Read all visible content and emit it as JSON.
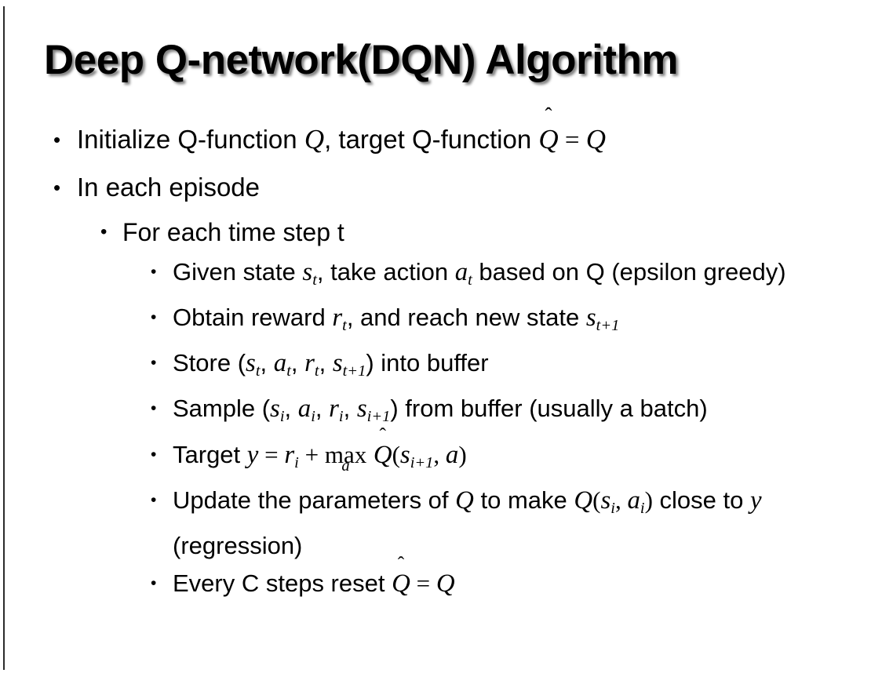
{
  "slide": {
    "title": "Deep Q-network(DQN) Algorithm",
    "background_color": "#ffffff",
    "text_color": "#000000",
    "edge_rule_color": "#2b2b2b",
    "bullet_glyph": "•"
  },
  "bullets": {
    "initialize": {
      "level": 1,
      "pre": "Initialize Q-function ",
      "var_q1": "Q",
      "mid": ", target Q-function ",
      "var_qhat": "Q",
      "hat": "̂",
      "eq": " = ",
      "var_q2": "Q"
    },
    "in_each_episode": {
      "level": 1,
      "text": "In each episode"
    },
    "for_each_time_step": {
      "level": 2,
      "text": "For each time step t"
    },
    "given_state": {
      "level": 3,
      "pre": "Given state ",
      "var_s": "s",
      "sub_s": "t",
      "mid": ", take action ",
      "var_a": "a",
      "sub_a": "t",
      "post": " based on Q (epsilon greedy)"
    },
    "obtain_reward": {
      "level": 3,
      "pre": "Obtain reward ",
      "var_r": "r",
      "sub_r": "t",
      "mid": ", and reach new state ",
      "var_s": "s",
      "sub_s": "t+1"
    },
    "store": {
      "level": 3,
      "pre": "Store (",
      "var_s1": "s",
      "sub_s1": "t",
      "c1": ", ",
      "var_a": "a",
      "sub_a": "t",
      "c2": ", ",
      "var_r": "r",
      "sub_r": "t",
      "c3": ", ",
      "var_s2": "s",
      "sub_s2": "t+1",
      "post": ") into buffer"
    },
    "sample": {
      "level": 3,
      "pre": "Sample (",
      "var_s1": "s",
      "sub_s1": "i",
      "c1": ", ",
      "var_a": "a",
      "sub_a": "i",
      "c2": ", ",
      "var_r": "r",
      "sub_r": "i",
      "c3": ", ",
      "var_s2": "s",
      "sub_s2": "i+1",
      "post": ") from buffer (usually a batch)"
    },
    "target": {
      "level": 3,
      "pre": "Target ",
      "var_y": "y",
      "eq": " = ",
      "var_r": "r",
      "sub_r": "i",
      "plus": " + ",
      "op": "max",
      "op_limit": "a",
      "var_qhat": "Q",
      "hat": "̂",
      "open": "(",
      "var_s": "s",
      "sub_s": "i+1",
      "comma": ", ",
      "var_a": "a",
      "close": ")"
    },
    "update": {
      "level": 3,
      "pre": "Update the parameters of ",
      "var_q1": "Q",
      "mid": " to make ",
      "var_q2": "Q",
      "open": "(",
      "var_s": "s",
      "sub_s": "i",
      "comma": ", ",
      "var_a": "a",
      "sub_a": "i",
      "close": ")",
      "post": " close to ",
      "var_y": "y",
      "tail": " (regression)"
    },
    "reset": {
      "level": 3,
      "pre": "Every C steps reset ",
      "var_qhat": "Q",
      "hat": "̂",
      "eq": " = ",
      "var_q": "Q"
    }
  }
}
